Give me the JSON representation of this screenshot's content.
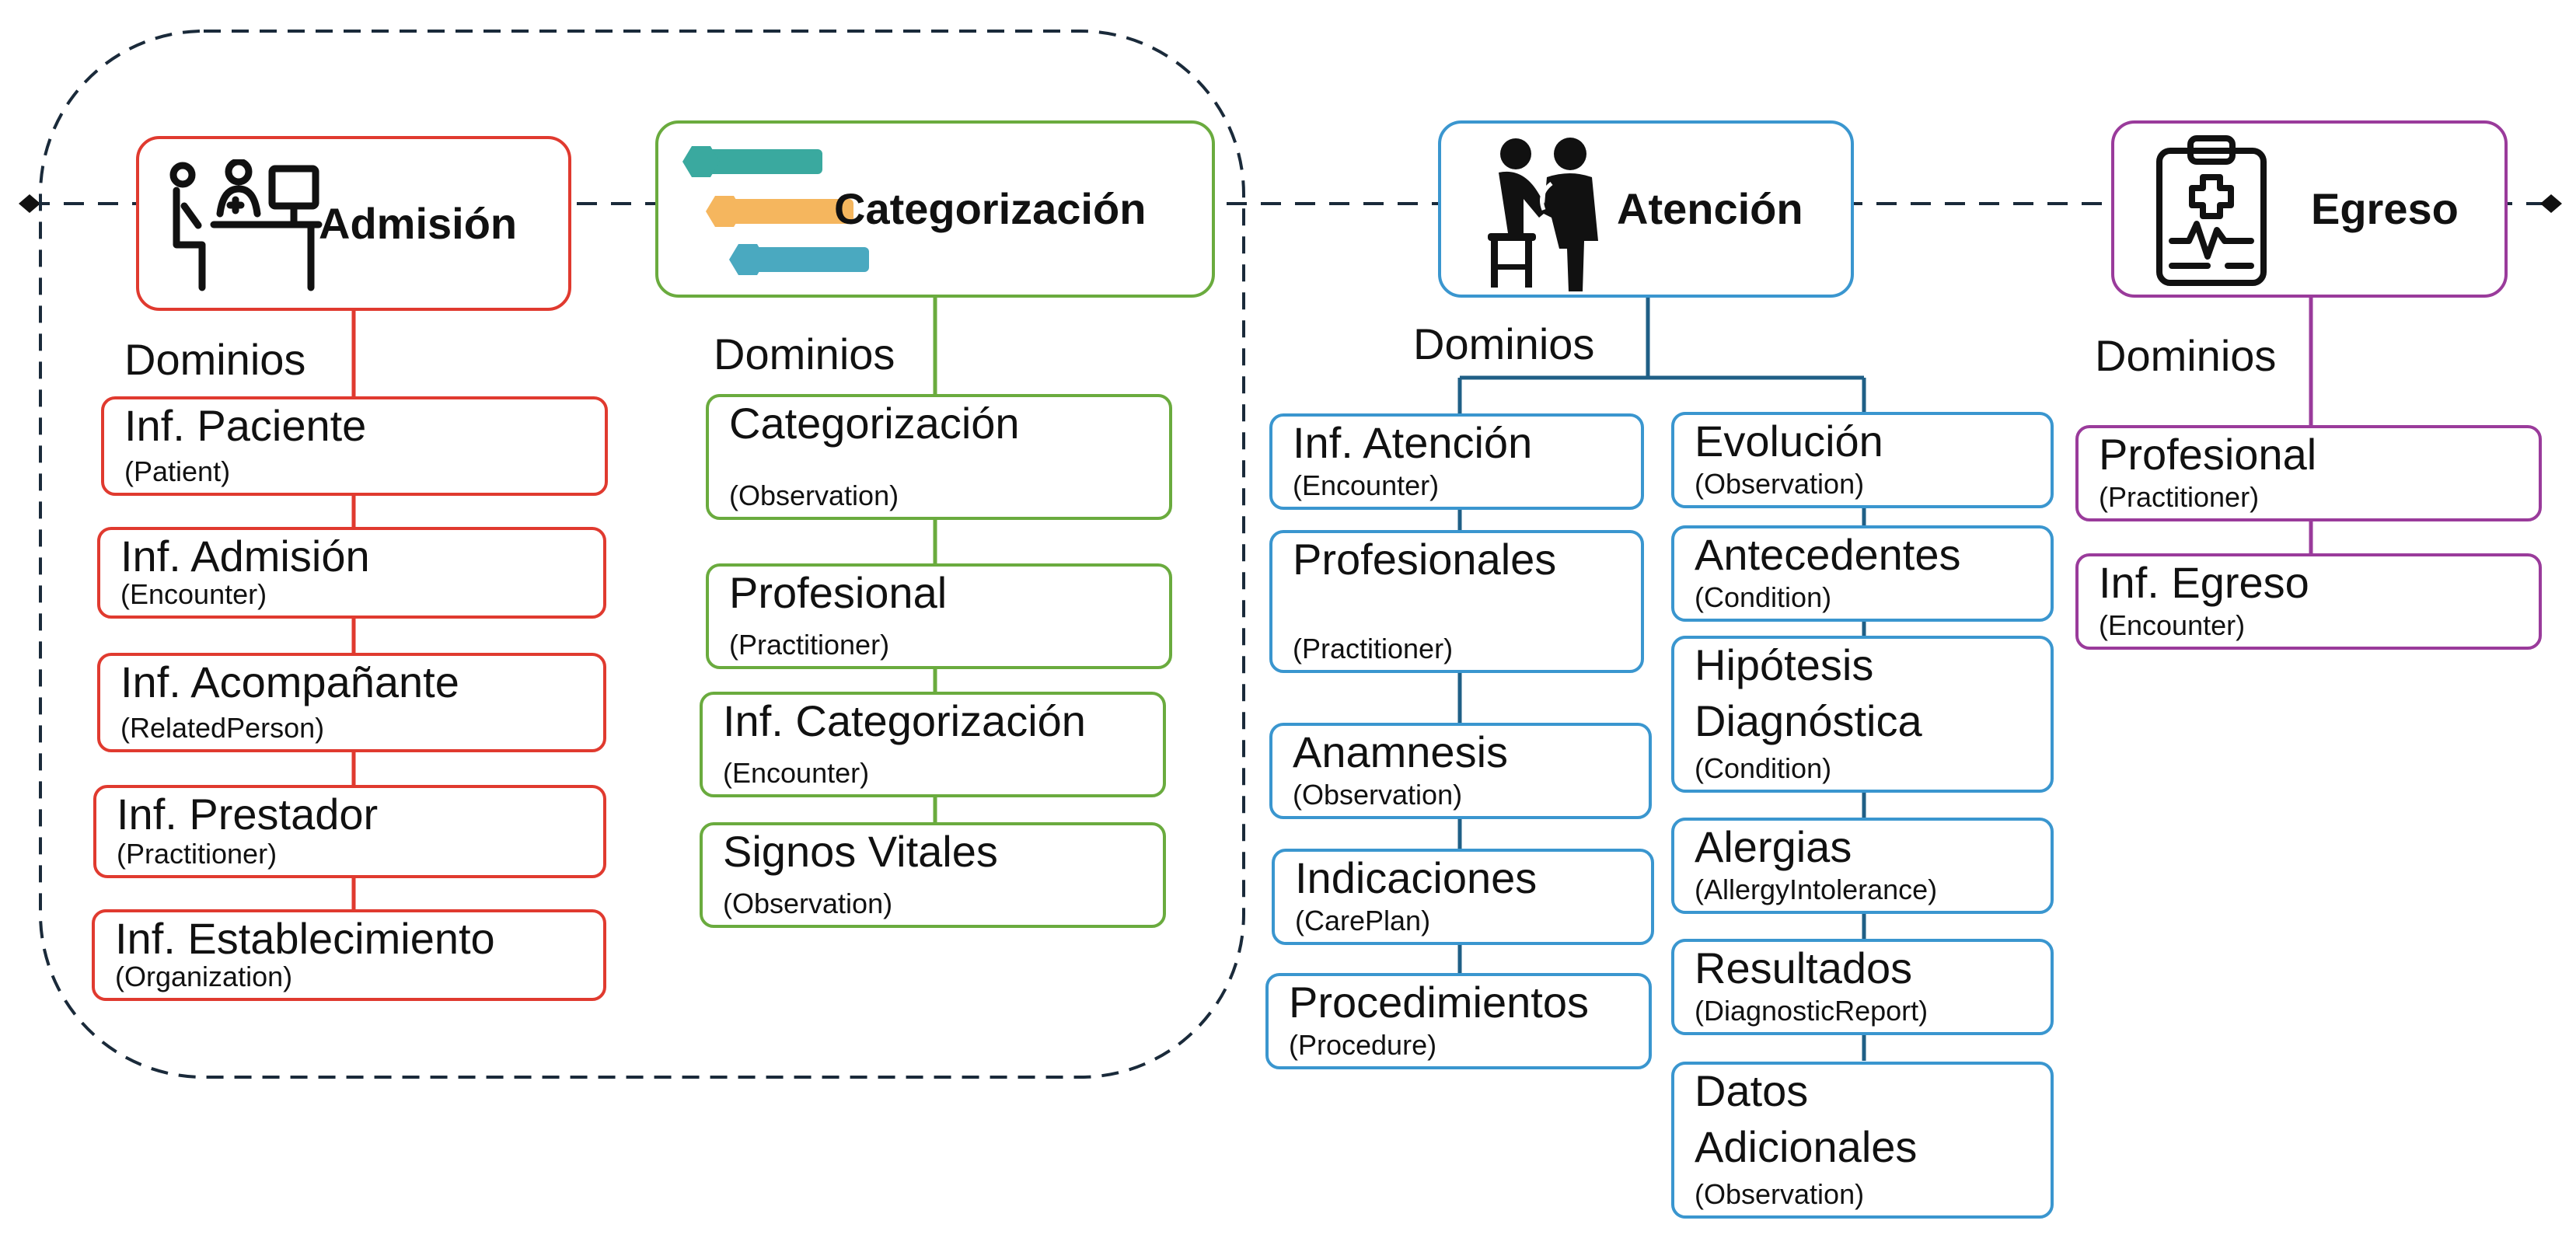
{
  "stages": {
    "admision": {
      "title": "Admisión",
      "domains_label": "Dominios",
      "color": "#e03a2f"
    },
    "categorizacion": {
      "title": "Categorización",
      "domains_label": "Dominios",
      "color": "#6aab3e"
    },
    "atencion": {
      "title": "Atención",
      "domains_label": "Dominios",
      "color": "#3a96cf"
    },
    "egreso": {
      "title": "Egreso",
      "domains_label": "Dominios",
      "color": "#9a3b9b"
    }
  },
  "admision_items": [
    {
      "title": "Inf. Paciente",
      "resource": "(Patient)"
    },
    {
      "title": "Inf. Admisión",
      "resource": "(Encounter)"
    },
    {
      "title": "Inf. Acompañante",
      "resource": "(RelatedPerson)"
    },
    {
      "title": "Inf. Prestador",
      "resource": "(Practitioner)"
    },
    {
      "title": "Inf. Establecimiento",
      "resource": "(Organization)"
    }
  ],
  "categorizacion_items": [
    {
      "title": "Categorización",
      "resource": "(Observation)"
    },
    {
      "title": "Profesional",
      "resource": "(Practitioner)"
    },
    {
      "title": "Inf. Categorización",
      "resource": "(Encounter)"
    },
    {
      "title": "Signos Vitales",
      "resource": "(Observation)"
    }
  ],
  "atencion_left_items": [
    {
      "title": "Inf. Atención",
      "resource": "(Encounter)"
    },
    {
      "title": "Profesionales",
      "resource": "(Practitioner)"
    },
    {
      "title": "Anamnesis",
      "resource": "(Observation)"
    },
    {
      "title": "Indicaciones",
      "resource": "(CarePlan)"
    },
    {
      "title": "Procedimientos",
      "resource": "(Procedure)"
    }
  ],
  "atencion_right_items": [
    {
      "title": "Evolución",
      "resource": "(Observation)"
    },
    {
      "title": "Antecedentes",
      "resource": "(Condition)"
    },
    {
      "title": "Hipótesis",
      "title2": "Diagnóstica",
      "resource": "(Condition)"
    },
    {
      "title": "Alergias",
      "resource": "(AllergyIntolerance)"
    },
    {
      "title": "Resultados",
      "resource": "(DiagnosticReport)"
    },
    {
      "title": "Datos",
      "title2": "Adicionales",
      "resource": "(Observation)"
    }
  ],
  "egreso_items": [
    {
      "title": "Profesional",
      "resource": "(Practitioner)"
    },
    {
      "title": "Inf. Egreso",
      "resource": "(Encounter)"
    }
  ]
}
